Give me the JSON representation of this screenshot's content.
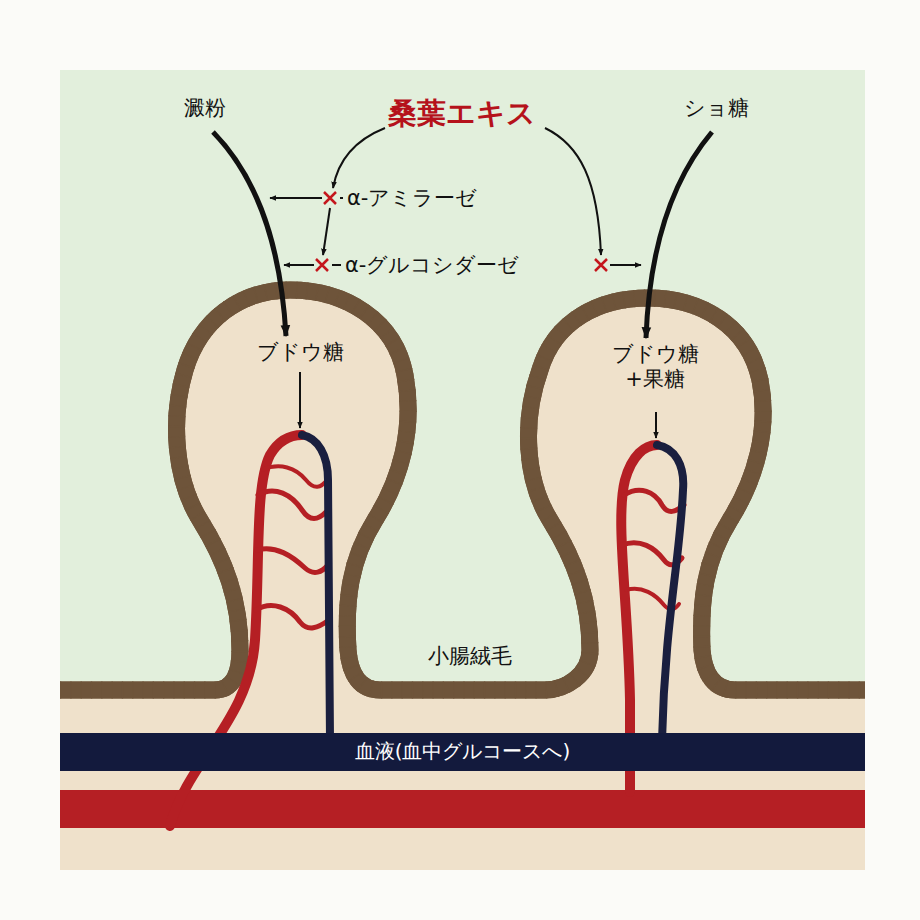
{
  "diagram": {
    "nodes": [
      {
        "text": [
          "ブドウ糖"
        ]
      },
      {
        "text": [
          "ブドウ糖 +果糖"
        ]
      },
      {
        "text": [
          "血液(血中グルコースへ)"
        ]
      }
    ],
    "labels": [
      "澱粉",
      "桑葉エキス",
      "ショ糖",
      "α-アミラーゼ",
      "α-グルコシダーゼ",
      "小腸絨毛"
    ]
  }
}
